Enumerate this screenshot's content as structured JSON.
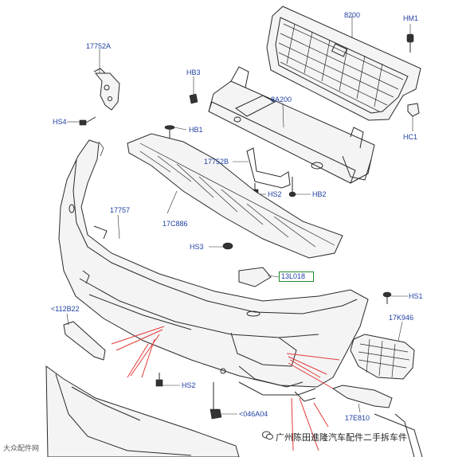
{
  "labels": {
    "l8200": "8200",
    "hm1": "HM1",
    "l17752a": "17752A",
    "hb3": "HB3",
    "l8a200": "8A200",
    "hs4": "HS4",
    "hb1": "HB1",
    "hc1": "HC1",
    "l17752b": "17752B",
    "hs2a": "HS2",
    "hb2": "HB2",
    "l17757": "17757",
    "l17c886": "17C886",
    "hs3": "HS3",
    "l13l018": "13L018",
    "hs1": "HS1",
    "l112b22": "<112B22",
    "l17k946": "17K946",
    "hs2b": "HS2",
    "l046a04": "<046A04",
    "l17e810": "17E810"
  },
  "watermark": {
    "text": "广州陈田進隆汽车配件二手拆车件",
    "left_text": "大众配件网"
  }
}
